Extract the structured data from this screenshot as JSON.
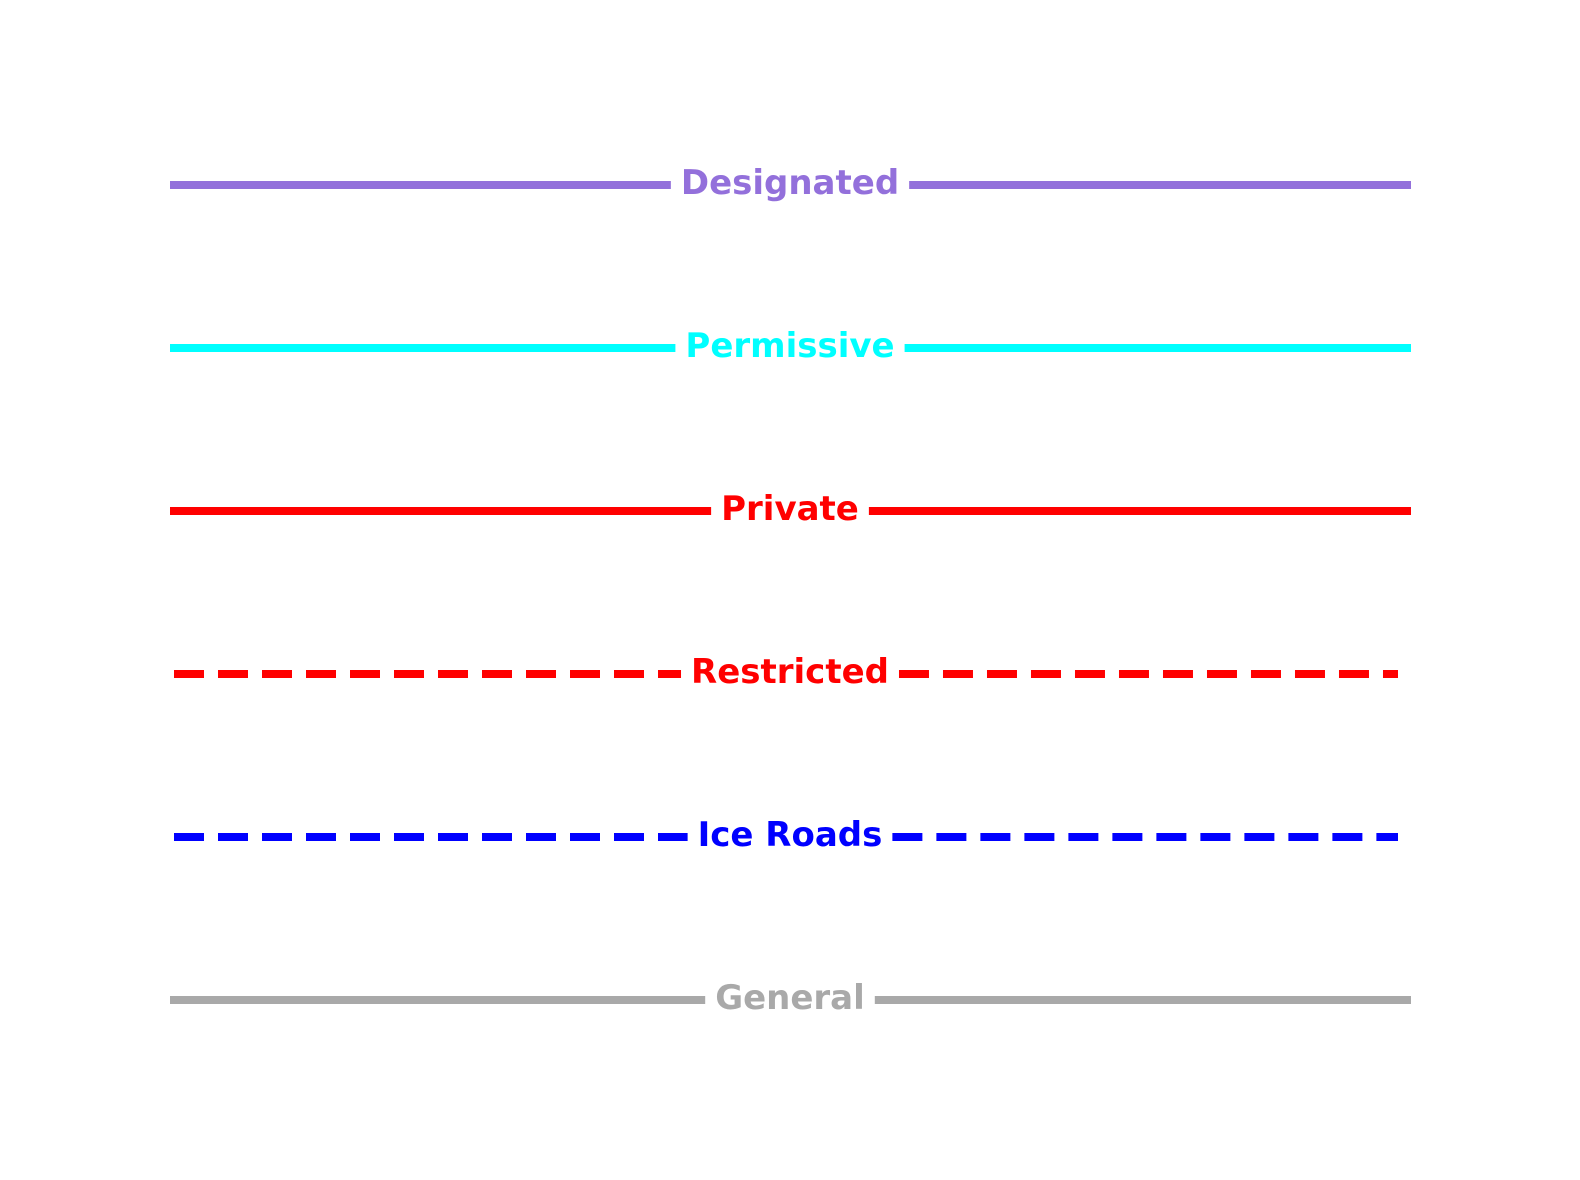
{
  "legend": {
    "items": [
      {
        "label": "Designated",
        "color": "#9370DB",
        "style": "solid"
      },
      {
        "label": "Permissive",
        "color": "#00FFFF",
        "style": "solid"
      },
      {
        "label": "Private",
        "color": "#FF0000",
        "style": "solid"
      },
      {
        "label": "Restricted",
        "color": "#FF0000",
        "style": "dashed"
      },
      {
        "label": "Ice Roads",
        "color": "#0000FF",
        "style": "dashed"
      },
      {
        "label": "General",
        "color": "#A9A9A9",
        "style": "solid"
      }
    ]
  }
}
